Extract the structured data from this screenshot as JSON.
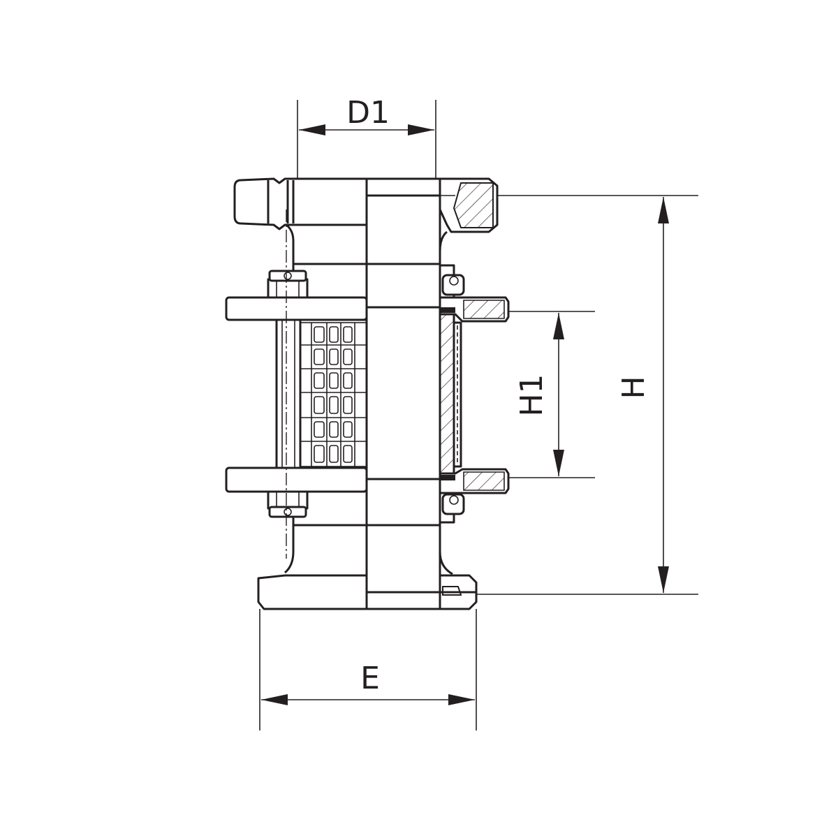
{
  "drawing": {
    "labels": {
      "d1": "D1",
      "e": "E",
      "h": "H",
      "h1": "H1"
    },
    "line_color": "#231f20",
    "background": "#ffffff"
  }
}
